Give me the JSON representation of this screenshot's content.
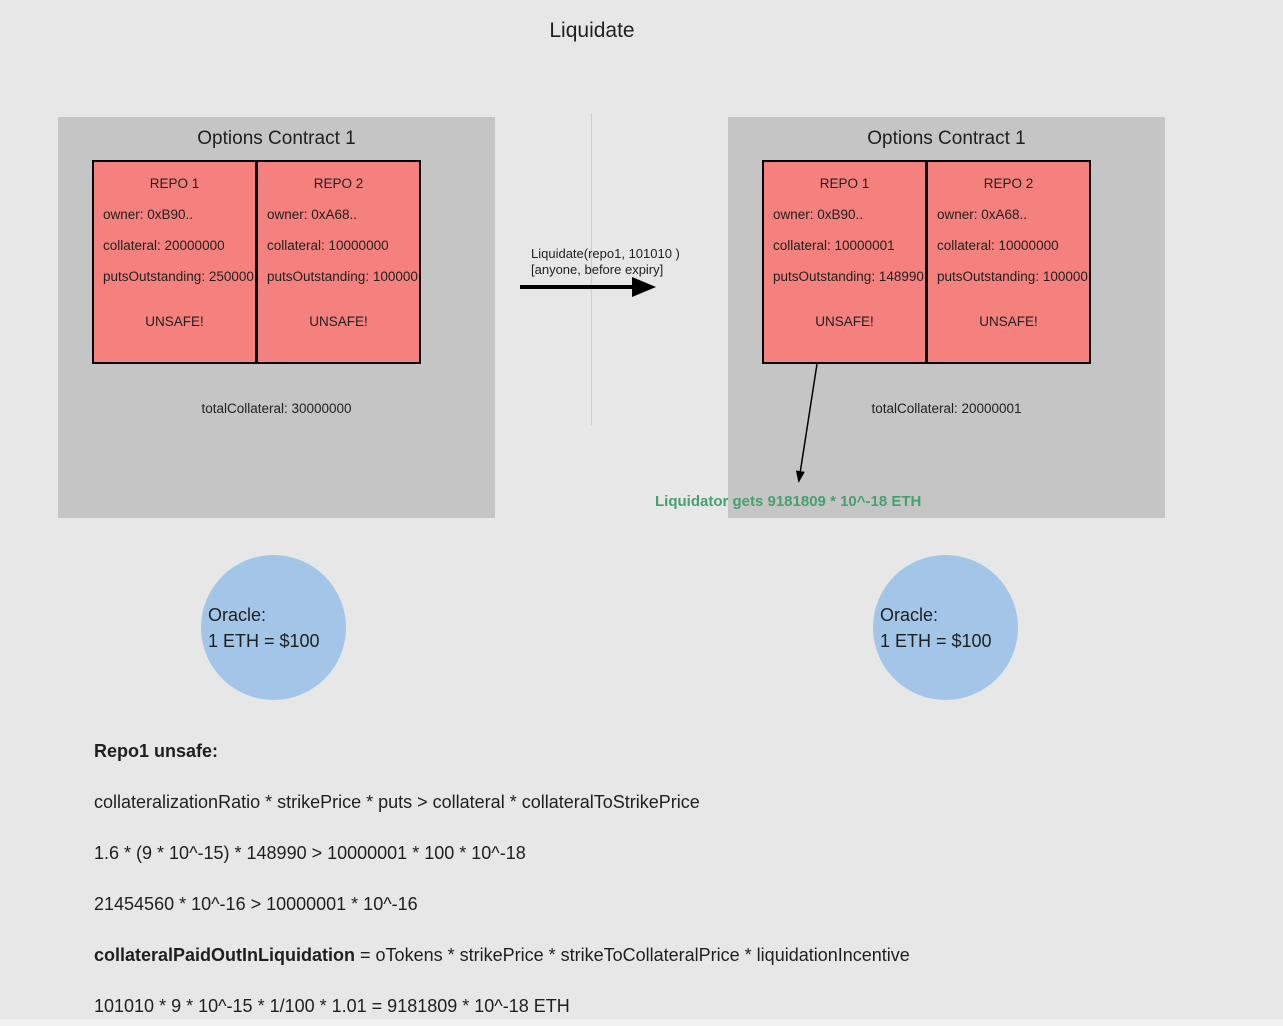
{
  "page": {
    "title": "Liquidate"
  },
  "colors": {
    "background": "#e7e7e7",
    "panel_gray": "#c5c5c5",
    "repo_red": "#f5817e",
    "oracle_blue": "#a3c6e8",
    "note_green": "#47a06f",
    "border_black": "#000000"
  },
  "contracts": {
    "before": {
      "title": "Options Contract 1",
      "repos": [
        {
          "name": "REPO 1",
          "lines": [
            "owner: 0xB90..",
            "collateral: 20000000",
            "putsOutstanding: 250000"
          ],
          "status": "UNSAFE!"
        },
        {
          "name": "REPO 2",
          "lines": [
            "owner: 0xA68..",
            "collateral: 10000000",
            "putsOutstanding: 100000"
          ],
          "status": "UNSAFE!"
        }
      ],
      "total": "totalCollateral: 30000000"
    },
    "after": {
      "title": "Options Contract 1",
      "repos": [
        {
          "name": "REPO 1",
          "lines": [
            "owner: 0xB90..",
            "collateral: 10000001",
            "putsOutstanding: 148990"
          ],
          "status": "UNSAFE!"
        },
        {
          "name": "REPO 2",
          "lines": [
            "owner: 0xA68..",
            "collateral: 10000000",
            "putsOutstanding: 100000"
          ],
          "status": "UNSAFE!"
        }
      ],
      "total": "totalCollateral: 20000001"
    }
  },
  "transition": {
    "call": "Liquidate(repo1, 101010 )",
    "condition": "[anyone, before expiry]"
  },
  "liquidator_note": "Liquidator gets 9181809 * 10^-18 ETH",
  "oracle_left": {
    "line1": "Oracle:",
    "line2": "1 ETH = $100"
  },
  "oracle_right": {
    "line1": "Oracle:",
    "line2": "1 ETH = $100"
  },
  "explanation": {
    "heading": "Repo1 unsafe:",
    "line1": "collateralizationRatio * strikePrice * puts > collateral * collateralToStrikePrice",
    "line2": "1.6 * (9 * 10^-15) * 148990 > 10000001 * 100 * 10^-18",
    "line3": "21454560 * 10^-16 > 10000001 * 10^-16",
    "formula_bold": "collateralPaidOutInLiquidation",
    "formula_rest": " = oTokens * strikePrice * strikeToCollateralPrice * liquidationIncentive",
    "line5": "101010 * 9 * 10^-15 * 1/100 * 1.01 = 9181809 * 10^-18 ETH"
  }
}
